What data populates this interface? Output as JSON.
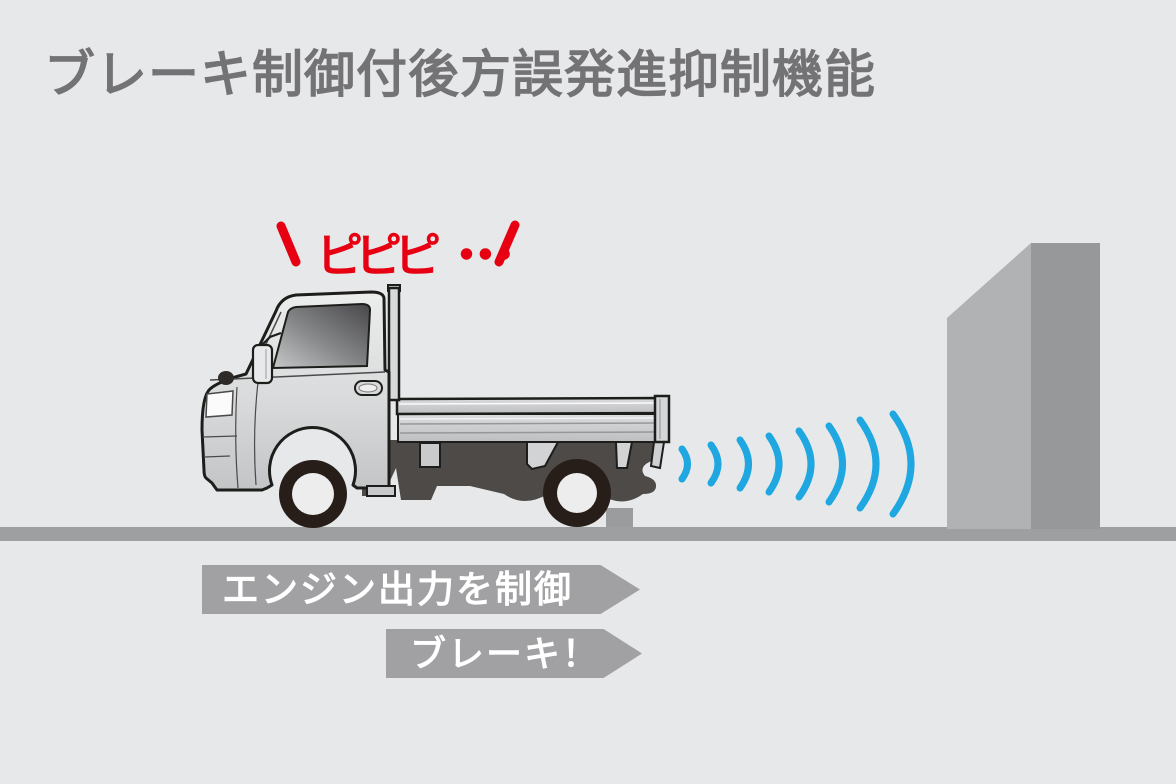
{
  "title": "ブレーキ制御付後方誤発進抑制機能",
  "alert": {
    "left_mark": "＼",
    "text": "ピピピ",
    "dots": "・・・",
    "right_mark": "／",
    "color": "#e60012"
  },
  "banners": [
    {
      "label": "エンジン出力を制御"
    },
    {
      "label": "ブレーキ！"
    }
  ],
  "scene": {
    "vehicle": "kei-truck-side-view",
    "obstacle": "wall-block",
    "sonar": {
      "wave_count": 8,
      "color": "#1ea7e0",
      "direction": "rearward-from-truck"
    }
  },
  "colors": {
    "background": "#e7e8e9",
    "title_text": "#737274",
    "ground": "#9e9fa0",
    "banner_bg": "#a1a1a3",
    "banner_text": "#ffffff",
    "wall_front": "#b1b2b4",
    "wall_side": "#97989a",
    "truck_outline": "#1d1d1b",
    "tire": "#271e19"
  }
}
